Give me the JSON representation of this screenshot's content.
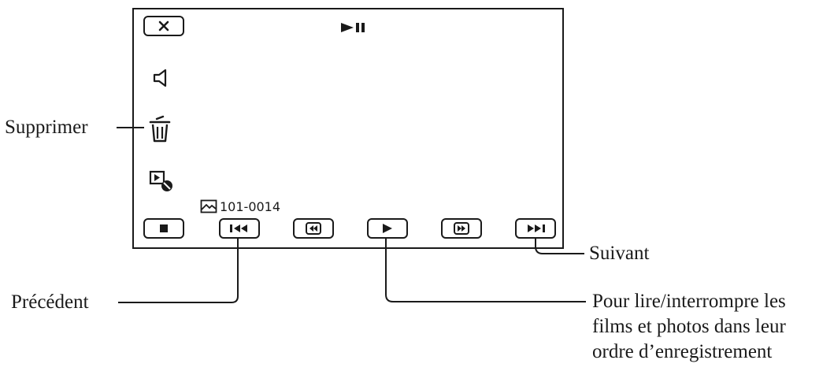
{
  "screen": {
    "mode_icon": "play-pause-icon",
    "file_number": "101-0014",
    "left_icons": [
      "close-icon",
      "speaker-icon",
      "trash-icon",
      "slideshow-settings-icon"
    ],
    "controls": [
      {
        "id": "stop",
        "icon": "stop-icon"
      },
      {
        "id": "previous",
        "icon": "skip-previous-icon"
      },
      {
        "id": "rewind",
        "icon": "rewind-icon"
      },
      {
        "id": "play",
        "icon": "play-icon"
      },
      {
        "id": "fast-forward",
        "icon": "fast-forward-icon"
      },
      {
        "id": "next",
        "icon": "skip-next-icon"
      }
    ]
  },
  "callouts": {
    "delete": "Supprimer",
    "next": "Suivant",
    "previous": "Précédent",
    "play_line1": "Pour lire/interrompre les",
    "play_line2": "films et photos dans leur",
    "play_line3": "ordre d’enregistrement"
  },
  "colors": {
    "ink": "#1a1a1a",
    "background": "#ffffff"
  }
}
